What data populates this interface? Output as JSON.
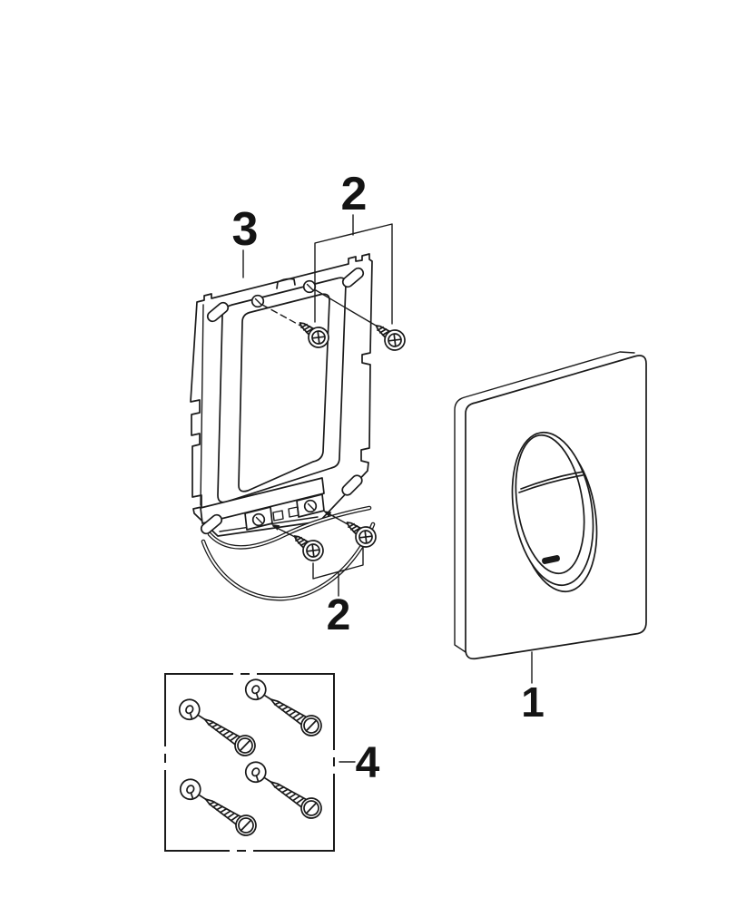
{
  "page": {
    "background": "#ffffff",
    "line_color": "#1a1a1a",
    "label_color": "#141414"
  },
  "diagram": {
    "kind": "exploded-parts-diagram",
    "callouts": {
      "plate": {
        "number": "1",
        "part": "flush-plate-with-dual-flush-button"
      },
      "screws_top": {
        "number": "2",
        "part": "fixing-screws",
        "visible_count": 2
      },
      "screws_bottom": {
        "number": "2",
        "part": "fixing-screws",
        "visible_count": 2
      },
      "frame": {
        "number": "3",
        "part": "mounting-frame"
      },
      "screw_kit": {
        "number": "4",
        "part": "slotted-screws-with-washers",
        "visible_count": 4
      }
    }
  }
}
